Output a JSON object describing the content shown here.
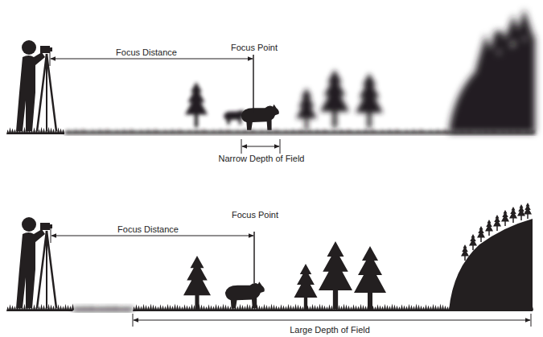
{
  "diagram": {
    "labels": [
      "Focus Distance",
      "Focus Point",
      "Narrow Depth of Field",
      "Focus Distance",
      "Focus Point",
      "Large Depth of Field"
    ]
  }
}
